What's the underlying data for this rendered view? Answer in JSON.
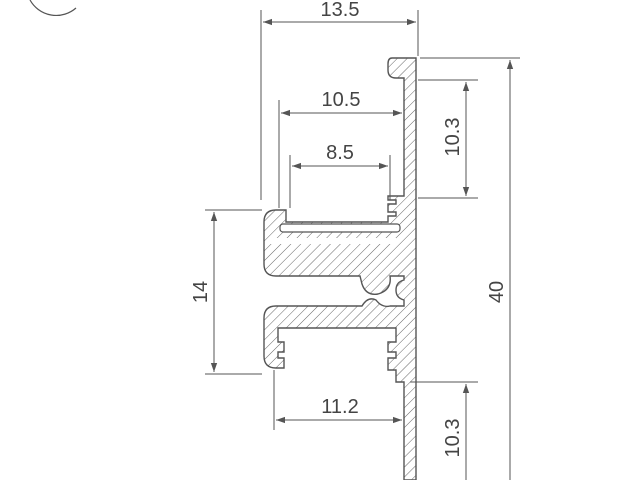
{
  "dimensions": {
    "top_width": "13.5",
    "inner_width_upper": "10.5",
    "inner_width_small": "8.5",
    "upper_depth": "10.3",
    "total_height": "40",
    "middle_height": "14",
    "lower_width": "11.2",
    "lower_depth": "10.3"
  },
  "colors": {
    "line": "#555555",
    "text": "#444444",
    "hatch": "#666666",
    "background": "#ffffff"
  }
}
